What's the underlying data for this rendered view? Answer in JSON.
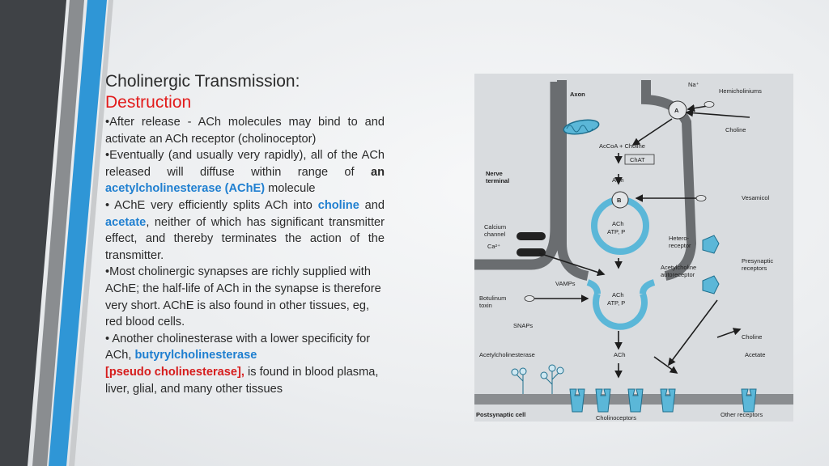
{
  "slide": {
    "title": "Cholinergic Transmission:",
    "subtitle": "Destruction",
    "p1": "•After release - ACh molecules may bind to and activate an ACh receptor (cholinoceptor)",
    "p2_a": "•Eventually (and usually very rapidly), all of the ACh released will diffuse within range of ",
    "p2_an": "an",
    "p2_ache": "acetylcholinesterase (AChE)",
    "p2_b": " molecule",
    "p3_a": "• AChE very efficiently splits ACh into ",
    "p3_choline": "choline",
    "p3_and": " and ",
    "p3_acetate": "acetate",
    "p3_b": ", neither of which has significant transmitter effect, and thereby terminates the action of the transmitter.",
    "p4": "•Most cholinergic synapses are richly supplied with AChE; the half-life of ACh in the synapse is therefore very short. AChE is also found in other tissues, eg, red blood cells.",
    "p5_a": "• Another cholinesterase with a lower specificity for ACh, ",
    "p5_butyryl": "butyrylcholinesterase",
    "p5_pseudo": "[pseudo cholinesterase],",
    "p5_b": " is found in blood plasma, liver, glial, and many other tissues"
  },
  "figure": {
    "na": "Na⁺",
    "hemicholiniums": "Hemicholiniums",
    "axon": "Axon",
    "transporter_a": "A",
    "choline_top": "Choline",
    "accoa": "AcCoA + Choline",
    "chat": "ChAT",
    "nerve_terminal_1": "Nerve",
    "nerve_terminal_2": "terminal",
    "ach_1": "ACh",
    "transporter_b": "B",
    "vesamicol": "Vesamicol",
    "calcium_1": "Calcium",
    "calcium_2": "channel",
    "ca": "Ca²⁺",
    "ach_atp_1a": "ACh",
    "ach_atp_1b": "ATP, P",
    "hetero_1": "Hetero-",
    "hetero_2": "receptor",
    "presyn_1": "Presynaptic",
    "presyn_2": "receptors",
    "autoreceptor_1": "Acetylcholine",
    "autoreceptor_2": "autoreceptor",
    "vamps": "VAMPs",
    "botulinum_1": "Botulinum",
    "botulinum_2": "toxin",
    "ach_atp_2a": "ACh",
    "ach_atp_2b": "ATP, P",
    "snaps": "SNAPs",
    "choline_bottom": "Choline",
    "acetylcholinesterase": "Acetylcholinesterase",
    "ach_2": "ACh",
    "acetate": "Acetate",
    "postsynaptic": "Postsynaptic cell",
    "cholinoceptors": "Cholinoceptors",
    "other_receptors": "Other receptors"
  },
  "colors": {
    "accent_blue": "#1f7fd0",
    "accent_red": "#e21b1b",
    "vesicle_blue": "#5bb7d8",
    "membrane_gray": "#6a6d70"
  }
}
